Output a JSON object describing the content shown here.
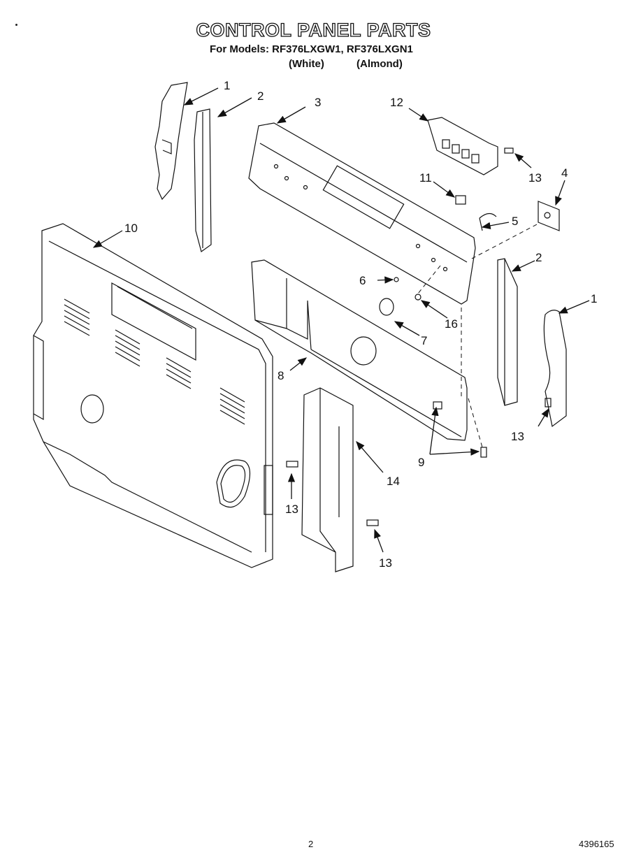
{
  "header": {
    "title": "CONTROL PANEL PARTS",
    "subtitle": "For Models: RF376LXGW1, RF376LXGN1",
    "variant_white": "(White)",
    "variant_almond": "(Almond)"
  },
  "callouts": {
    "c1a": "1",
    "c2a": "2",
    "c3": "3",
    "c12": "12",
    "c13a": "13",
    "c4": "4",
    "c11": "11",
    "c5": "5",
    "c10": "10",
    "c2b": "2",
    "c6": "6",
    "c1b": "1",
    "c16": "16",
    "c7": "7",
    "c8": "8",
    "c13b": "13",
    "c9": "9",
    "c14": "14",
    "c13c": "13",
    "c13d": "13"
  },
  "footer": {
    "page_number": "2",
    "doc_number": "4396165"
  }
}
